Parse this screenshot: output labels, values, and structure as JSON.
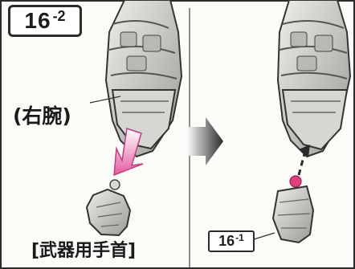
{
  "step": {
    "number": "16",
    "sub": "-2"
  },
  "labels": {
    "right_arm": "(右腕)",
    "weapon_hand": "[武器用手首]"
  },
  "part_tag": {
    "number": "16",
    "sub": "-1"
  },
  "colors": {
    "frame": "#2b2b2b",
    "part_fill": "#d6d6d2",
    "part_shade": "#9a9a96",
    "arrow_pink": "#e45aa0",
    "arrow_dark": "#2a2a2a",
    "joint_pink": "#e0407e"
  },
  "icons": [
    "down-arrow-icon",
    "right-arrow-icon",
    "attach-arrow-icon"
  ]
}
